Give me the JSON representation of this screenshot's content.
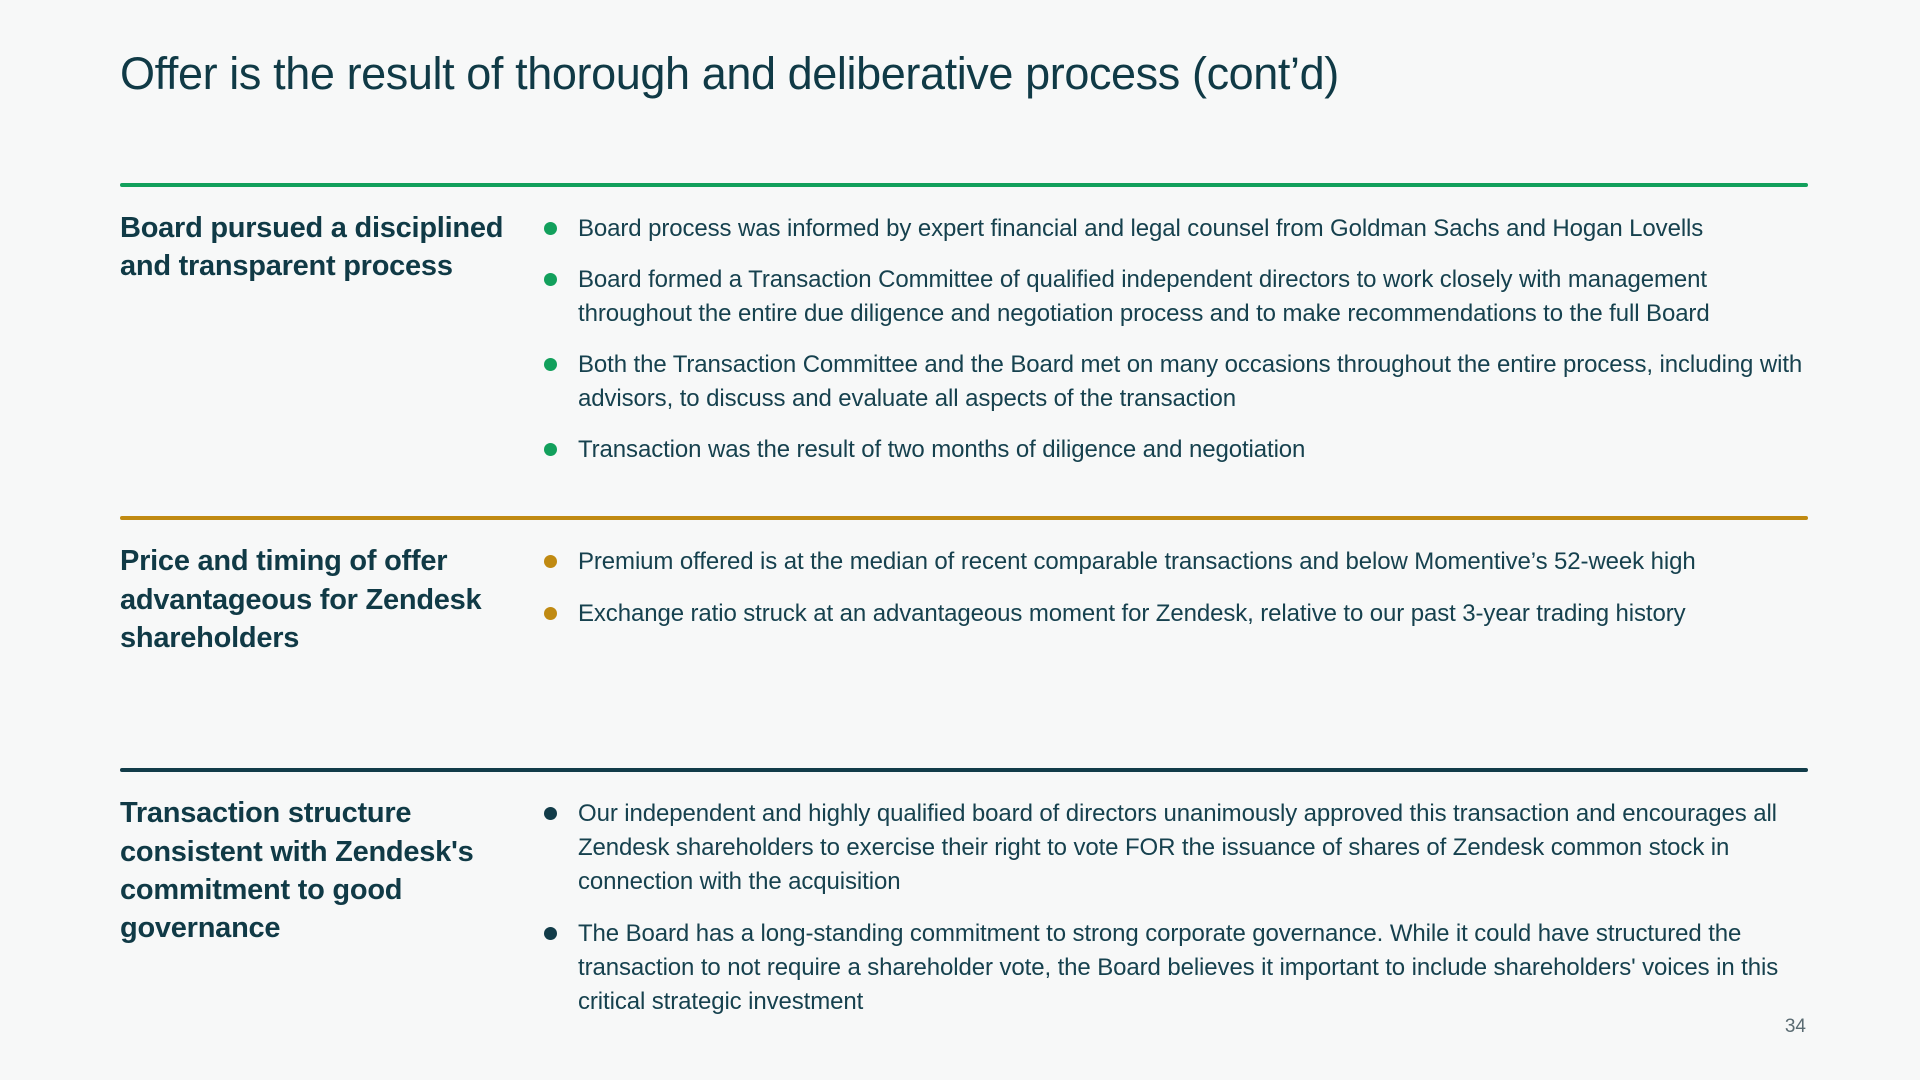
{
  "slide": {
    "title": "Offer is the result of thorough and deliberative process (cont’d)",
    "page_number": "34",
    "background_color": "#f7f8f8",
    "title_color": "#103a46"
  },
  "sections": [
    {
      "id": "board-process",
      "accent_color": "#0f9d58",
      "rule_color": "#12a05c",
      "bullet_color": "#12a05c",
      "heading": "Board pursued a disciplined and transparent process",
      "bullets": [
        "Board process was informed by expert financial and legal counsel from Goldman Sachs and Hogan Lovells",
        "Board formed a Transaction Committee of qualified independent directors to work closely with management throughout the entire due diligence and negotiation process and to make recommendations to the full Board",
        "Both the Transaction Committee and the Board met on many occasions throughout the entire process, including with advisors, to discuss and evaluate all aspects of the transaction",
        "Transaction was the result of two months of diligence and negotiation"
      ]
    },
    {
      "id": "price-and-timing",
      "accent_color": "#c08a12",
      "rule_color": "#c08a12",
      "bullet_color": "#c08a12",
      "heading": "Price and timing of offer advantageous for Zendesk shareholders",
      "bullets": [
        "Premium offered is at the median of recent comparable transactions and below Momentive’s 52-week high",
        "Exchange ratio struck at an advantageous moment for Zendesk, relative to our past 3-year trading history"
      ]
    },
    {
      "id": "transaction-structure",
      "accent_color": "#123c49",
      "rule_color": "#123c49",
      "bullet_color": "#123c49",
      "heading": "Transaction structure consistent with Zendesk's commitment to good governance",
      "bullets": [
        "Our independent and highly qualified board of directors unanimously approved this transaction and encourages all Zendesk shareholders to exercise their right to vote FOR the issuance of shares of Zendesk common stock in connection with the acquisition",
        "The Board has a long-standing commitment to strong corporate governance. While it could have structured the transaction to not require a shareholder vote, the Board believes it important to include shareholders' voices in this critical strategic investment"
      ]
    }
  ]
}
